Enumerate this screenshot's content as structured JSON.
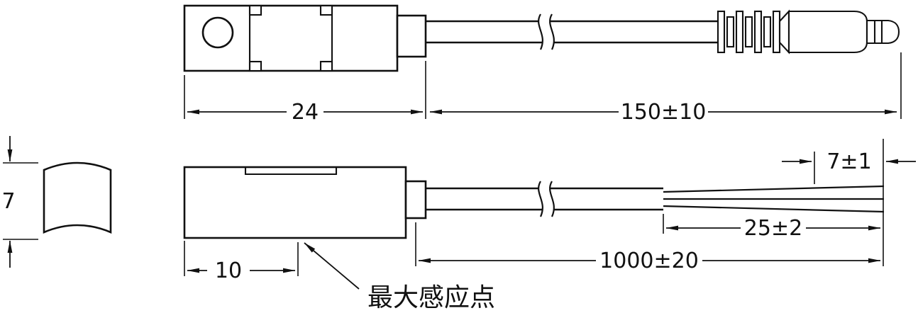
{
  "page": {
    "type": "technical-dimension-drawing",
    "background": "#ffffff",
    "line_color": "#111111"
  },
  "dimensions": {
    "body_length": "24",
    "connector_cable_length": "150±10",
    "wire_strip_length": "7±1",
    "wire_lead_length": "25±2",
    "cable_length": "1000±20",
    "sensing_point_offset": "10",
    "body_height": "7"
  },
  "annotations": {
    "max_sensing_point_label": "最大感应点"
  }
}
